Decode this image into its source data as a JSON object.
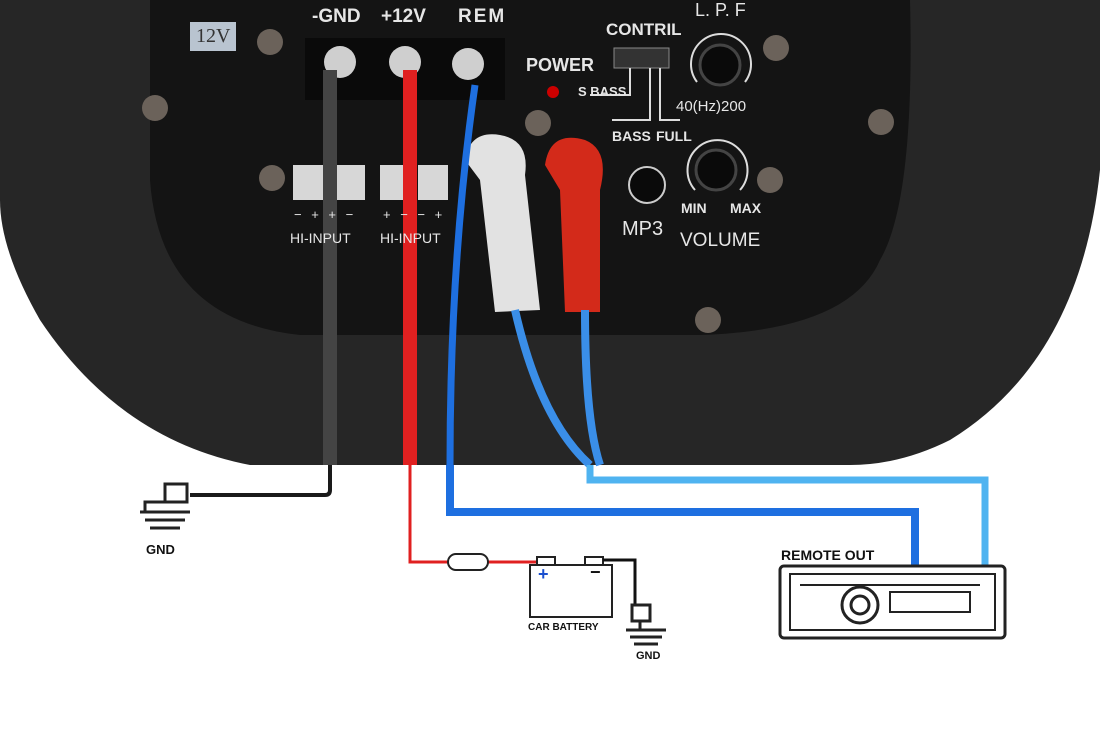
{
  "panel": {
    "voltage_badge": "12V",
    "terminals": [
      "-GND",
      "+12V",
      "REM"
    ],
    "power_label": "POWER",
    "control_label": "CONTRIL",
    "switch_positions": [
      "S BASS",
      "BASS",
      "FULL"
    ],
    "lpf_label": "L. P. F",
    "lpf_range": "40(Hz)200",
    "volume_min": "MIN",
    "volume_max": "MAX",
    "volume_label": "VOLUME",
    "mp3_label": "MP3",
    "hi_input_polarity_1": "− + + −",
    "hi_input_polarity_2": "+ − − +",
    "hi_input_1": "HI-INPUT",
    "hi_input_2": "HI-INPUT"
  },
  "diagram": {
    "ground_left": "GND",
    "battery_label": "CAR BATTERY",
    "battery_plus": "+",
    "battery_minus": "−",
    "ground_battery": "GND",
    "head_unit_label": "REMOTE OUT"
  },
  "colors": {
    "enclosure": "#262626",
    "panel": "#141414",
    "wire_ground": "#1a1a1a",
    "wire_power": "#e02020",
    "wire_remote": "#1e6fe0",
    "wire_signal": "#4fb3f0"
  }
}
